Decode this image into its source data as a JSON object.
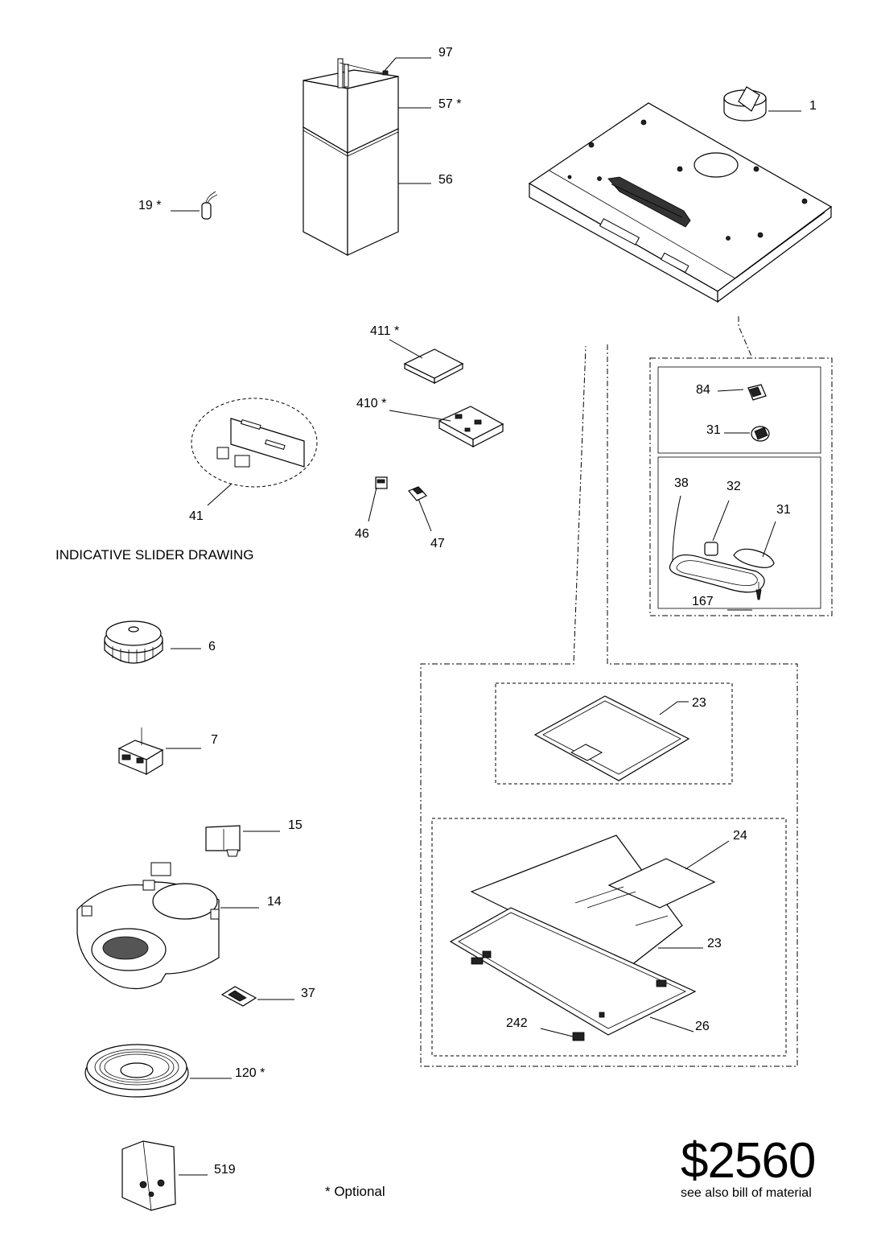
{
  "callouts": {
    "p97": "97",
    "p57": "57 *",
    "p56": "56",
    "p19": "19 *",
    "p1": "1",
    "p411": "411 *",
    "p410": "410 *",
    "p41": "41",
    "p46": "46",
    "p47": "47",
    "p84": "84",
    "p31a": "31",
    "p38": "38",
    "p32": "32",
    "p31b": "31",
    "p167": "167",
    "p6": "6",
    "p7": "7",
    "p15": "15",
    "p14": "14",
    "p37": "37",
    "p120": "120 *",
    "p519": "519",
    "p23a": "23",
    "p24": "24",
    "p23b": "23",
    "p26": "26",
    "p242": "242"
  },
  "notes": {
    "slider_caption": "INDICATIVE SLIDER DRAWING",
    "optional_note": "* Optional"
  },
  "price": {
    "amount": "$2560",
    "subtext": "see also bill of material"
  }
}
